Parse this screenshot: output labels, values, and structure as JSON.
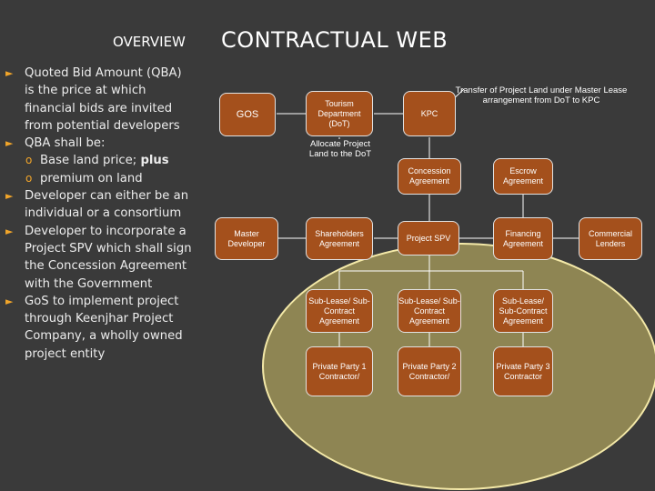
{
  "overview_title": "OVERVIEW",
  "main_title": "CONTRACTUAL WEB",
  "bullets": [
    {
      "text": "Quoted Bid Amount (QBA) is the price at which financial bids are invited from potential developers"
    },
    {
      "text": "QBA shall be:",
      "subs": [
        {
          "pre": "Base land price; ",
          "bold": "plus"
        },
        {
          "pre": "premium on land",
          "bold": ""
        }
      ]
    },
    {
      "text": "Developer can either be an individual or a consortium"
    },
    {
      "text": "Developer to incorporate a Project SPV which shall sign the Concession Agreement with the Government"
    },
    {
      "text": "GoS to implement project through Keenjhar Project Company, a wholly owned project entity"
    }
  ],
  "diagram": {
    "gos": "GOS",
    "dot": "Tourism Department (DoT)",
    "kpc": "KPC",
    "master_developer": "Master Developer",
    "shareholders_agreement": "Shareholders Agreement",
    "project_spv": "Project SPV",
    "concession_agreement": "Concession Agreement",
    "escrow_agreement": "Escrow Agreement",
    "financing_agreement": "Financing Agreement",
    "commercial_lenders": "Commercial Lenders",
    "sublease_1": "Sub-Lease/ Sub-Contract Agreement",
    "sublease_2": "Sub-Lease/ Sub-Contract Agreement",
    "sublease_3": "Sub-Lease/ Sub-Contract Agreement",
    "party_1": "Private Party 1 Contractor/",
    "party_2": "Private Party 2 Contractor/",
    "party_3": "Private Party 3 Contractor",
    "allocate_label": "Allocate Project Land to the DoT",
    "transfer_label": "Transfer of Project Land under Master Lease arrangement from DoT to KPC"
  },
  "colors": {
    "box": "#a4501c",
    "ellipse": "#8e8553",
    "background": "#3a3a3a",
    "bullet_arrow": "#f1a52a"
  }
}
